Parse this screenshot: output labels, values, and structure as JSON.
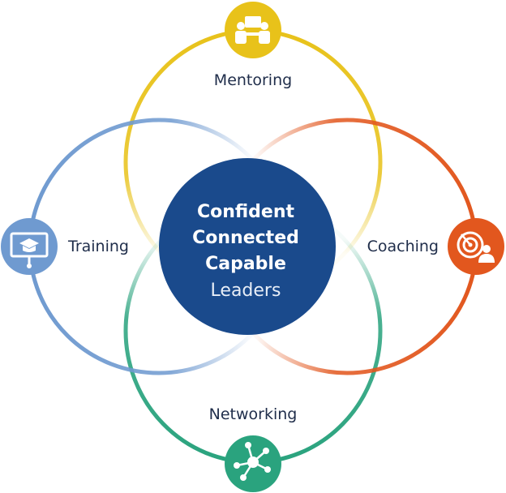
{
  "center": {
    "lines": [
      "Confident",
      "Connected",
      "Capable"
    ],
    "subline": "Leaders",
    "color": "#1a4a8c"
  },
  "pillars": {
    "mentoring": {
      "label": "Mentoring",
      "color": "#e8c21a",
      "icon": "mentoring-people-icon"
    },
    "coaching": {
      "label": "Coaching",
      "color": "#e2571e",
      "icon": "target-person-icon"
    },
    "training": {
      "label": "Training",
      "color": "#6f9ad0",
      "icon": "presentation-board-icon"
    },
    "networking": {
      "label": "Networking",
      "color": "#2aa37e",
      "icon": "network-nodes-icon"
    }
  }
}
